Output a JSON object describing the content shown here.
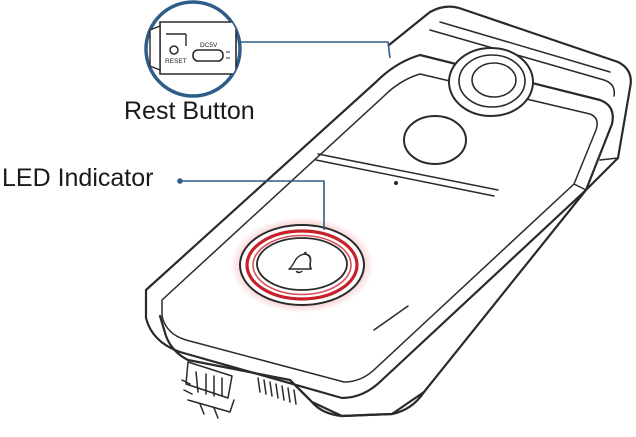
{
  "callouts": {
    "reset": {
      "label": "Rest Button",
      "inset_labels": {
        "dc": "DC5V",
        "reset": "RESET"
      }
    },
    "led": {
      "label": "LED Indicator"
    }
  },
  "colors": {
    "callout_line": "#2f5d8a",
    "led_ring": "#c8202a",
    "led_glow": "#f4b8bc",
    "outline": "#2a2a2a",
    "device_fill": "#ffffff"
  },
  "icons": {
    "bell": "bell-icon",
    "usb_port": "usb-port-icon"
  }
}
